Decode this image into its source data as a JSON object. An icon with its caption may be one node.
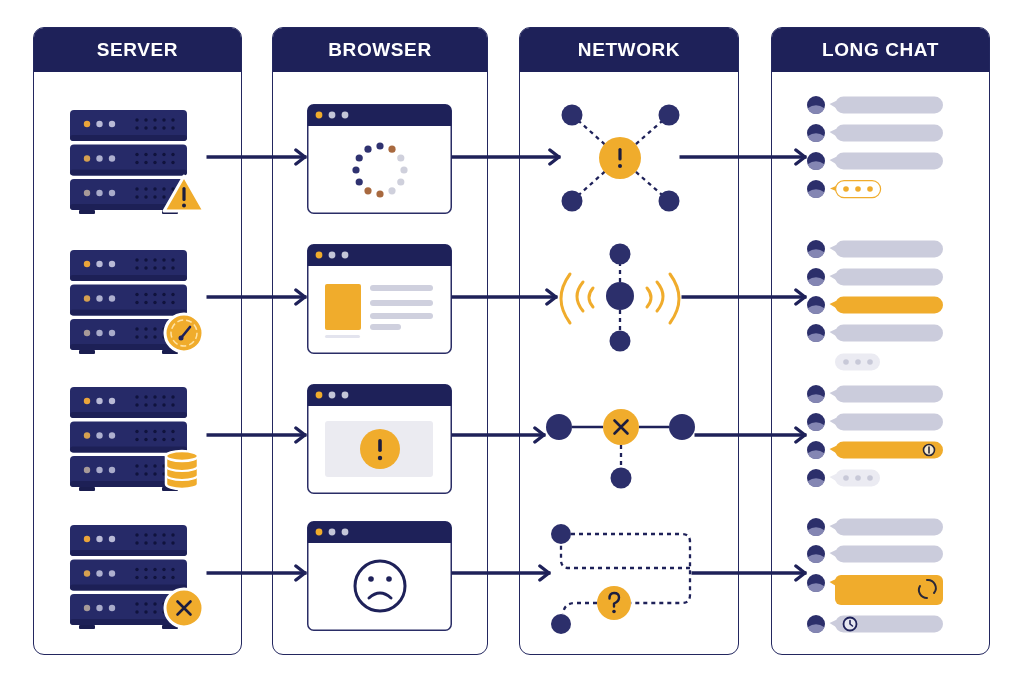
{
  "diagram": {
    "nodes": [
      {
        "text": [
          "SERVER"
        ]
      },
      {
        "text": [],
        "shape": "picture",
        "in": 0
      },
      {
        "text": [],
        "shape": "picture",
        "in": 0
      },
      {
        "text": [],
        "shape": "picture",
        "in": 0
      },
      {
        "text": [],
        "shape": "picture",
        "in": 0
      },
      {
        "text": [
          "BROWSER"
        ]
      },
      {
        "text": [],
        "shape": "picture",
        "in": 5
      },
      {
        "text": [],
        "shape": "picture",
        "in": 5
      },
      {
        "text": [],
        "shape": "picture",
        "in": 5
      },
      {
        "text": [],
        "shape": "picture",
        "in": 5
      },
      {
        "text": [
          "NETWORK"
        ]
      },
      {
        "text": [],
        "shape": "picture",
        "in": 10
      },
      {
        "text": [],
        "shape": "picture",
        "in": 10
      },
      {
        "text": [],
        "shape": "picture",
        "in": 10
      },
      {
        "text": [],
        "shape": "picture",
        "in": 10
      },
      {
        "text": [
          "LONG CHAT"
        ]
      },
      {
        "text": [],
        "shape": "picture",
        "in": 15
      },
      {
        "text": [],
        "shape": "picture",
        "in": 15
      },
      {
        "text": [],
        "shape": "picture",
        "in": 15
      },
      {
        "text": [],
        "shape": "picture",
        "in": 15
      }
    ],
    "edges": [
      {
        "from": 1,
        "to": 6,
        "arrow": "to"
      },
      {
        "from": 6,
        "to": 11,
        "arrow": "to"
      },
      {
        "from": 11,
        "to": 16,
        "arrow": "to"
      },
      {
        "from": 2,
        "to": 7,
        "arrow": "to"
      },
      {
        "from": 7,
        "to": 12,
        "arrow": "to"
      },
      {
        "from": 12,
        "to": 17,
        "arrow": "to"
      },
      {
        "from": 3,
        "to": 8,
        "arrow": "to"
      },
      {
        "from": 8,
        "to": 13,
        "arrow": "to"
      },
      {
        "from": 13,
        "to": 18,
        "arrow": "to"
      },
      {
        "from": 4,
        "to": 9,
        "arrow": "to"
      },
      {
        "from": 9,
        "to": 14,
        "arrow": "to"
      },
      {
        "from": 14,
        "to": 19,
        "arrow": "to"
      }
    ]
  }
}
